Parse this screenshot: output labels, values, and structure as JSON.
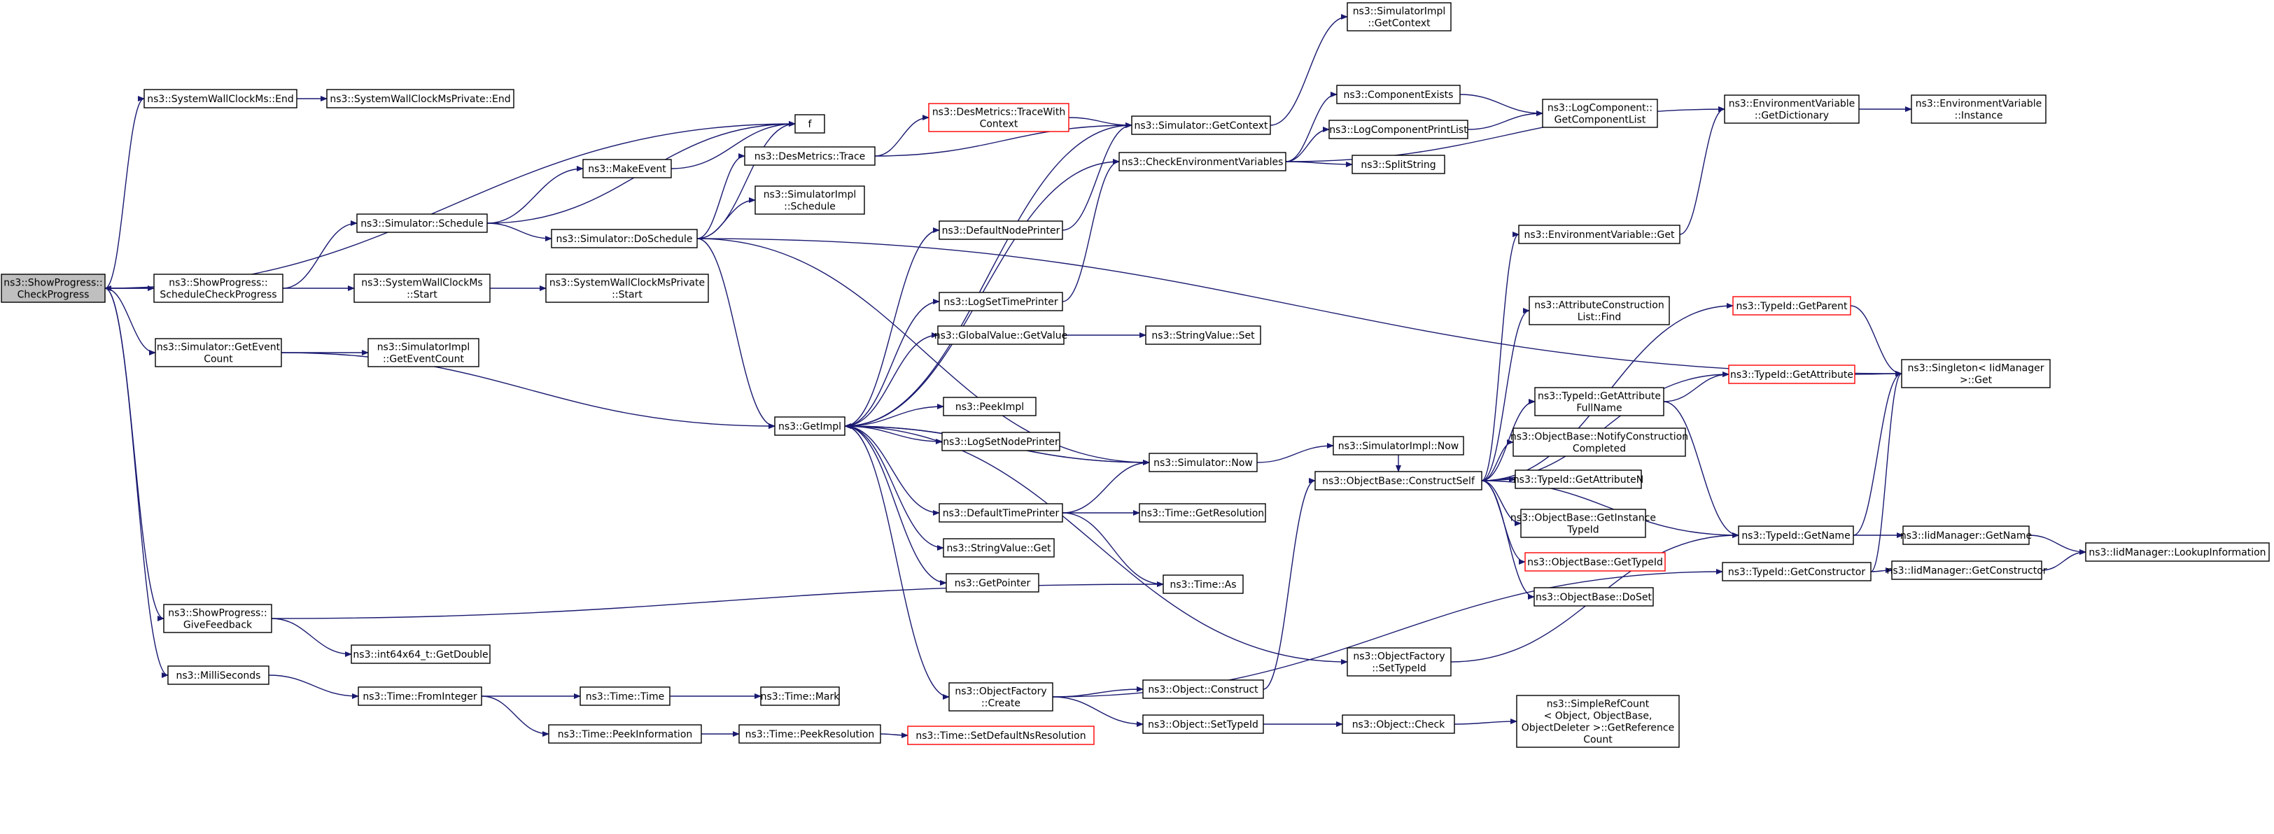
{
  "colors": {
    "edge": "#191970",
    "highlight_border": "#ff0000",
    "root_fill": "#bfbfbf",
    "node_border": "#000000"
  },
  "nodes": [
    {
      "id": "root",
      "lines": [
        "ns3::ShowProgress::",
        "CheckProgress"
      ],
      "style": "root"
    },
    {
      "id": "swcEnd",
      "lines": [
        "ns3::SystemWallClockMs::End"
      ]
    },
    {
      "id": "swcpEnd",
      "lines": [
        "ns3::SystemWallClockMsPrivate::End"
      ]
    },
    {
      "id": "f",
      "lines": [
        "f"
      ]
    },
    {
      "id": "scp",
      "lines": [
        "ns3::ShowProgress::",
        "ScheduleCheckProgress"
      ]
    },
    {
      "id": "simGetEventCount",
      "lines": [
        "ns3::Simulator::GetEvent",
        "Count"
      ]
    },
    {
      "id": "implGetEventCount",
      "lines": [
        "ns3::SimulatorImpl",
        "::GetEventCount"
      ]
    },
    {
      "id": "giveFeedback",
      "lines": [
        "ns3::ShowProgress::",
        "GiveFeedback"
      ]
    },
    {
      "id": "getDouble",
      "lines": [
        "ns3::int64x64_t::GetDouble"
      ]
    },
    {
      "id": "milliSeconds",
      "lines": [
        "ns3::MilliSeconds"
      ]
    },
    {
      "id": "fromInteger",
      "lines": [
        "ns3::Time::FromInteger"
      ]
    },
    {
      "id": "timeTime",
      "lines": [
        "ns3::Time::Time"
      ]
    },
    {
      "id": "timeMark",
      "lines": [
        "ns3::Time::Mark"
      ]
    },
    {
      "id": "peekInfo",
      "lines": [
        "ns3::Time::PeekInformation"
      ]
    },
    {
      "id": "peekRes",
      "lines": [
        "ns3::Time::PeekResolution"
      ]
    },
    {
      "id": "setDefNs",
      "lines": [
        "ns3::Time::SetDefaultNsResolution"
      ],
      "style": "red"
    },
    {
      "id": "simSchedule",
      "lines": [
        "ns3::Simulator::Schedule"
      ]
    },
    {
      "id": "makeEvent",
      "lines": [
        "ns3::MakeEvent"
      ]
    },
    {
      "id": "doSchedule",
      "lines": [
        "ns3::Simulator::DoSchedule"
      ]
    },
    {
      "id": "swcStart",
      "lines": [
        "ns3::SystemWallClockMs",
        "::Start"
      ]
    },
    {
      "id": "swcpStart",
      "lines": [
        "ns3::SystemWallClockMsPrivate",
        "::Start"
      ]
    },
    {
      "id": "desTrace",
      "lines": [
        "ns3::DesMetrics::Trace"
      ]
    },
    {
      "id": "desTraceCtx",
      "lines": [
        "ns3::DesMetrics::TraceWith",
        "Context"
      ],
      "style": "red"
    },
    {
      "id": "implSchedule",
      "lines": [
        "ns3::SimulatorImpl",
        "::Schedule"
      ]
    },
    {
      "id": "getImpl",
      "lines": [
        "ns3::GetImpl"
      ]
    },
    {
      "id": "simGetContext",
      "lines": [
        "ns3::Simulator::GetContext"
      ]
    },
    {
      "id": "implGetContext",
      "lines": [
        "ns3::SimulatorImpl",
        "::GetContext"
      ]
    },
    {
      "id": "checkEnv",
      "lines": [
        "ns3::CheckEnvironmentVariables"
      ]
    },
    {
      "id": "compExists",
      "lines": [
        "ns3::ComponentExists"
      ]
    },
    {
      "id": "logCompPrint",
      "lines": [
        "ns3::LogComponentPrintList"
      ]
    },
    {
      "id": "splitString",
      "lines": [
        "ns3::SplitString"
      ]
    },
    {
      "id": "logCompList",
      "lines": [
        "ns3::LogComponent::",
        "GetComponentList"
      ]
    },
    {
      "id": "envGetDict",
      "lines": [
        "ns3::EnvironmentVariable",
        "::GetDictionary"
      ]
    },
    {
      "id": "envInstance",
      "lines": [
        "ns3::EnvironmentVariable",
        "::Instance"
      ]
    },
    {
      "id": "defNodePrinter",
      "lines": [
        "ns3::DefaultNodePrinter"
      ]
    },
    {
      "id": "logSetTime",
      "lines": [
        "ns3::LogSetTimePrinter"
      ]
    },
    {
      "id": "globalGetValue",
      "lines": [
        "ns3::GlobalValue::GetValue"
      ]
    },
    {
      "id": "strValSet",
      "lines": [
        "ns3::StringValue::Set"
      ]
    },
    {
      "id": "peekImpl",
      "lines": [
        "ns3::PeekImpl"
      ]
    },
    {
      "id": "logSetNode",
      "lines": [
        "ns3::LogSetNodePrinter"
      ]
    },
    {
      "id": "simNow",
      "lines": [
        "ns3::Simulator::Now"
      ]
    },
    {
      "id": "implNow",
      "lines": [
        "ns3::SimulatorImpl::Now"
      ]
    },
    {
      "id": "defTimePrinter",
      "lines": [
        "ns3::DefaultTimePrinter"
      ]
    },
    {
      "id": "timeGetRes",
      "lines": [
        "ns3::Time::GetResolution"
      ]
    },
    {
      "id": "strValGet",
      "lines": [
        "ns3::StringValue::Get"
      ]
    },
    {
      "id": "timeAs",
      "lines": [
        "ns3::Time::As"
      ]
    },
    {
      "id": "getPointer",
      "lines": [
        "ns3::GetPointer"
      ]
    },
    {
      "id": "objFactCreate",
      "lines": [
        "ns3::ObjectFactory",
        "::Create"
      ]
    },
    {
      "id": "objFactSetTypeId",
      "lines": [
        "ns3::ObjectFactory",
        "::SetTypeId"
      ]
    },
    {
      "id": "objConstruct",
      "lines": [
        "ns3::Object::Construct"
      ]
    },
    {
      "id": "objSetTypeId",
      "lines": [
        "ns3::Object::SetTypeId"
      ]
    },
    {
      "id": "objCheck",
      "lines": [
        "ns3::Object::Check"
      ]
    },
    {
      "id": "simpleRef",
      "lines": [
        "ns3::SimpleRefCount",
        "< Object, ObjectBase,",
        "ObjectDeleter >::GetReference",
        "Count"
      ]
    },
    {
      "id": "constructSelf",
      "lines": [
        "ns3::ObjectBase::ConstructSelf"
      ]
    },
    {
      "id": "envGet",
      "lines": [
        "ns3::EnvironmentVariable::Get"
      ]
    },
    {
      "id": "attrConstFind",
      "lines": [
        "ns3::AttributeConstruction",
        "List::Find"
      ]
    },
    {
      "id": "getAttrFullName",
      "lines": [
        "ns3::TypeId::GetAttribute",
        "FullName"
      ]
    },
    {
      "id": "notifyConst",
      "lines": [
        "ns3::ObjectBase::NotifyConstruction",
        "Completed"
      ]
    },
    {
      "id": "getAttributeN",
      "lines": [
        "ns3::TypeId::GetAttributeN"
      ]
    },
    {
      "id": "getInstanceTypeId",
      "lines": [
        "ns3::ObjectBase::GetInstance",
        "TypeId"
      ]
    },
    {
      "id": "objBaseGetTypeId",
      "lines": [
        "ns3::ObjectBase::GetTypeId"
      ],
      "style": "red"
    },
    {
      "id": "doSet",
      "lines": [
        "ns3::ObjectBase::DoSet"
      ]
    },
    {
      "id": "getParent",
      "lines": [
        "ns3::TypeId::GetParent"
      ],
      "style": "red"
    },
    {
      "id": "getAttribute",
      "lines": [
        "ns3::TypeId::GetAttribute"
      ],
      "style": "red"
    },
    {
      "id": "singletonGet",
      "lines": [
        "ns3::Singleton< IidManager",
        ">::Get"
      ]
    },
    {
      "id": "typeIdGetName",
      "lines": [
        "ns3::TypeId::GetName"
      ]
    },
    {
      "id": "typeIdGetCtor",
      "lines": [
        "ns3::TypeId::GetConstructor"
      ]
    },
    {
      "id": "iidGetName",
      "lines": [
        "ns3::IidManager::GetName"
      ]
    },
    {
      "id": "iidGetCtor",
      "lines": [
        "ns3::IidManager::GetConstructor"
      ]
    },
    {
      "id": "iidLookup",
      "lines": [
        "ns3::IidManager::LookupInformation"
      ]
    }
  ],
  "edges": [
    [
      "root",
      "swcEnd"
    ],
    [
      "root",
      "f"
    ],
    [
      "root",
      "scp"
    ],
    [
      "root",
      "simGetEventCount"
    ],
    [
      "root",
      "giveFeedback"
    ],
    [
      "root",
      "milliSeconds"
    ],
    [
      "scp",
      "root"
    ],
    [
      "swcEnd",
      "swcpEnd"
    ],
    [
      "scp",
      "simSchedule"
    ],
    [
      "scp",
      "swcStart"
    ],
    [
      "swcStart",
      "swcpStart"
    ],
    [
      "simGetEventCount",
      "implGetEventCount"
    ],
    [
      "simGetEventCount",
      "getImpl"
    ],
    [
      "giveFeedback",
      "getDouble"
    ],
    [
      "giveFeedback",
      "timeAs"
    ],
    [
      "milliSeconds",
      "fromInteger"
    ],
    [
      "fromInteger",
      "timeTime"
    ],
    [
      "fromInteger",
      "peekInfo"
    ],
    [
      "timeTime",
      "timeMark"
    ],
    [
      "peekInfo",
      "peekRes"
    ],
    [
      "peekRes",
      "setDefNs"
    ],
    [
      "simSchedule",
      "makeEvent"
    ],
    [
      "simSchedule",
      "doSchedule"
    ],
    [
      "simSchedule",
      "f"
    ],
    [
      "makeEvent",
      "f"
    ],
    [
      "doSchedule",
      "f"
    ],
    [
      "doSchedule",
      "desTrace"
    ],
    [
      "doSchedule",
      "implSchedule"
    ],
    [
      "doSchedule",
      "getImpl"
    ],
    [
      "doSchedule",
      "simNow"
    ],
    [
      "doSchedule",
      "singletonGet"
    ],
    [
      "desTrace",
      "desTraceCtx"
    ],
    [
      "desTrace",
      "simGetContext"
    ],
    [
      "desTraceCtx",
      "simGetContext"
    ],
    [
      "simGetContext",
      "implGetContext"
    ],
    [
      "simGetContext",
      "getImpl"
    ],
    [
      "getImpl",
      "defNodePrinter"
    ],
    [
      "getImpl",
      "logSetTime"
    ],
    [
      "getImpl",
      "globalGetValue"
    ],
    [
      "getImpl",
      "peekImpl"
    ],
    [
      "getImpl",
      "logSetNode"
    ],
    [
      "getImpl",
      "simNow"
    ],
    [
      "getImpl",
      "defTimePrinter"
    ],
    [
      "getImpl",
      "strValGet"
    ],
    [
      "getImpl",
      "getPointer"
    ],
    [
      "getImpl",
      "objFactCreate"
    ],
    [
      "getImpl",
      "objFactSetTypeId"
    ],
    [
      "getImpl",
      "checkEnv"
    ],
    [
      "defNodePrinter",
      "simGetContext"
    ],
    [
      "logSetTime",
      "checkEnv"
    ],
    [
      "globalGetValue",
      "strValSet"
    ],
    [
      "checkEnv",
      "compExists"
    ],
    [
      "checkEnv",
      "logCompPrint"
    ],
    [
      "checkEnv",
      "splitString"
    ],
    [
      "checkEnv",
      "envGetDict"
    ],
    [
      "compExists",
      "logCompList"
    ],
    [
      "logCompPrint",
      "logCompList"
    ],
    [
      "envGetDict",
      "envInstance"
    ],
    [
      "simNow",
      "getImpl"
    ],
    [
      "simNow",
      "implNow"
    ],
    [
      "defTimePrinter",
      "simNow"
    ],
    [
      "defTimePrinter",
      "timeGetRes"
    ],
    [
      "defTimePrinter",
      "timeAs"
    ],
    [
      "objFactCreate",
      "objConstruct"
    ],
    [
      "objFactCreate",
      "objSetTypeId"
    ],
    [
      "objFactCreate",
      "typeIdGetCtor"
    ],
    [
      "objConstruct",
      "constructSelf"
    ],
    [
      "objSetTypeId",
      "objCheck"
    ],
    [
      "objCheck",
      "simpleRef"
    ],
    [
      "objFactSetTypeId",
      "typeIdGetName"
    ],
    [
      "implNow",
      "constructSelf"
    ],
    [
      "constructSelf",
      "envGet"
    ],
    [
      "constructSelf",
      "attrConstFind"
    ],
    [
      "constructSelf",
      "getAttrFullName"
    ],
    [
      "constructSelf",
      "notifyConst"
    ],
    [
      "constructSelf",
      "getAttributeN"
    ],
    [
      "constructSelf",
      "getInstanceTypeId"
    ],
    [
      "constructSelf",
      "objBaseGetTypeId"
    ],
    [
      "constructSelf",
      "doSet"
    ],
    [
      "constructSelf",
      "getParent"
    ],
    [
      "constructSelf",
      "getAttribute"
    ],
    [
      "constructSelf",
      "typeIdGetName"
    ],
    [
      "envGet",
      "envGetDict"
    ],
    [
      "getAttrFullName",
      "getAttribute"
    ],
    [
      "getAttrFullName",
      "typeIdGetName"
    ],
    [
      "getParent",
      "singletonGet"
    ],
    [
      "getAttribute",
      "singletonGet"
    ],
    [
      "typeIdGetName",
      "singletonGet"
    ],
    [
      "typeIdGetName",
      "iidGetName"
    ],
    [
      "iidGetName",
      "iidLookup"
    ],
    [
      "typeIdGetCtor",
      "singletonGet"
    ],
    [
      "typeIdGetCtor",
      "iidGetCtor"
    ],
    [
      "iidGetCtor",
      "iidLookup"
    ]
  ]
}
